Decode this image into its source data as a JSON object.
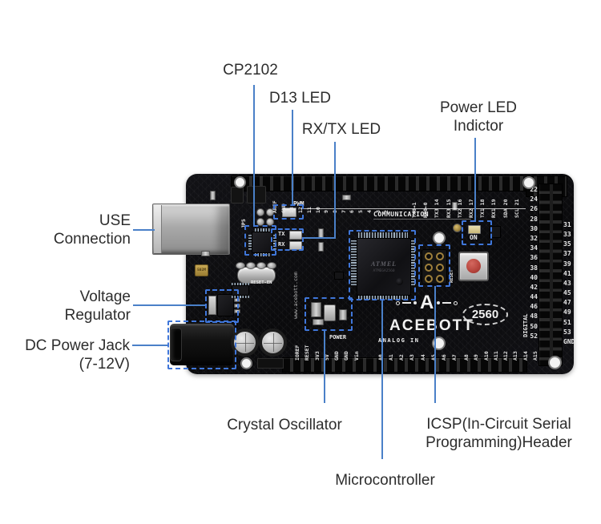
{
  "annotations": {
    "cp2102": {
      "label": "CP2102"
    },
    "d13_led": {
      "label": "D13 LED"
    },
    "rxtx_led": {
      "label": "RX/TX LED"
    },
    "power_led": {
      "line1": "Power LED",
      "line2": "Indictor"
    },
    "usb": {
      "line1": "USE",
      "line2": "Connection"
    },
    "voltage_regulator": {
      "line1": "Voltage",
      "line2": "Regulator"
    },
    "dc_power_jack": {
      "line1": "DC Power Jack",
      "line2": "(7-12V)"
    },
    "crystal": {
      "label": "Crystal Oscillator"
    },
    "icsp": {
      "line1": "ICSP(In-Circuit Serial",
      "line2": "Programming)Header"
    },
    "microcontroller": {
      "label": "Microcontroller"
    }
  },
  "board": {
    "brand": "ACEBOTT",
    "model": "2560",
    "logo_letter": "A",
    "website": "www.acebott.com",
    "chip": {
      "maker": "ATMEL",
      "part": "ATMEGA2560"
    },
    "silkscreen": {
      "pwm": "PWM",
      "communication": "COMMUNICATION",
      "power": "POWER",
      "analog_in": "ANALOG IN",
      "digital": "DIGITAL",
      "jp5": "JP5",
      "tx": "TX",
      "rx": "RX",
      "on": "ON",
      "reset": "RESET",
      "reset_en": "RESET-EN",
      "fuse": "502M"
    },
    "pins": {
      "top_pwm": [
        "AREF",
        "GND",
        "13",
        "12",
        "11",
        "10",
        "9",
        "8",
        "7",
        "6",
        "5",
        "4",
        "3",
        "2"
      ],
      "top_comm": [
        "TX0→1",
        "RX0←0",
        "TX3 14",
        "RX3 15",
        "TX2 16",
        "RX2 17",
        "TX1 18",
        "RX1 19",
        "SDA 20",
        "SCL 21"
      ],
      "right_inner": [
        "22",
        "24",
        "26",
        "28",
        "30",
        "32",
        "34",
        "36",
        "38",
        "40",
        "42",
        "44",
        "46",
        "48",
        "50",
        "52"
      ],
      "right_outer": [
        "31",
        "33",
        "35",
        "37",
        "39",
        "41",
        "43",
        "45",
        "47",
        "49",
        "51",
        "53",
        "GND"
      ],
      "bottom_power": [
        "IOREF",
        "RESET",
        "3V3",
        "5V",
        "GND",
        "GND",
        "Vin"
      ],
      "bottom_analog_a": [
        "A0",
        "A1",
        "A2",
        "A3",
        "A4",
        "A5",
        "A6",
        "A7"
      ],
      "bottom_analog_b": [
        "A8",
        "A9",
        "A10",
        "A11",
        "A12",
        "A13",
        "A14",
        "A15"
      ]
    }
  },
  "colors": {
    "callout_line": "#4a80c8",
    "highlight_box": "#3f76d9",
    "label_text": "#2d2d2d",
    "board": "#0d0d10",
    "reset_button": "#b5443c"
  }
}
